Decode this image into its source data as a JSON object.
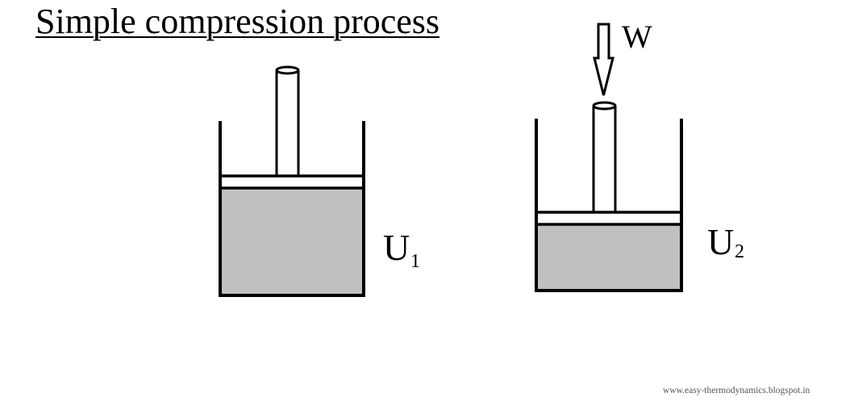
{
  "title": "Simple compression process",
  "labels": {
    "state1": {
      "main": "U",
      "sub": "1"
    },
    "state2": {
      "main": "U",
      "sub": "2"
    },
    "work": "W"
  },
  "watermark": "www.easy-thermodynamics.blogspot.in",
  "colors": {
    "line": "#000000",
    "gas": "#c0c0c0",
    "background": "#ffffff"
  }
}
